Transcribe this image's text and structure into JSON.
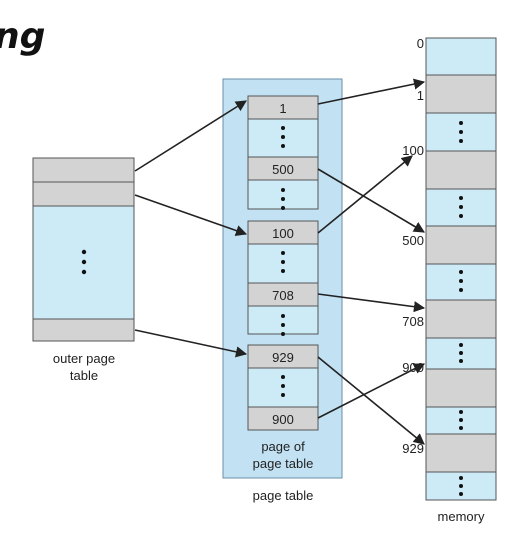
{
  "title_fragment": "ng",
  "outer_page_table": {
    "label_line1": "outer page",
    "label_line2": "table"
  },
  "page_table": {
    "entries": [
      "1",
      "500",
      "100",
      "708",
      "929",
      "900"
    ],
    "inner_label_line1": "page of",
    "inner_label_line2": "page table",
    "label": "page table"
  },
  "memory": {
    "addresses": [
      "0",
      "1",
      "100",
      "500",
      "708",
      "900",
      "929"
    ],
    "label": "memory"
  },
  "colors": {
    "light_blue": "#cdeaf7",
    "gray": "#d3d3d3",
    "panel_blue": "#c2e2f3",
    "arrow": "#222222"
  }
}
